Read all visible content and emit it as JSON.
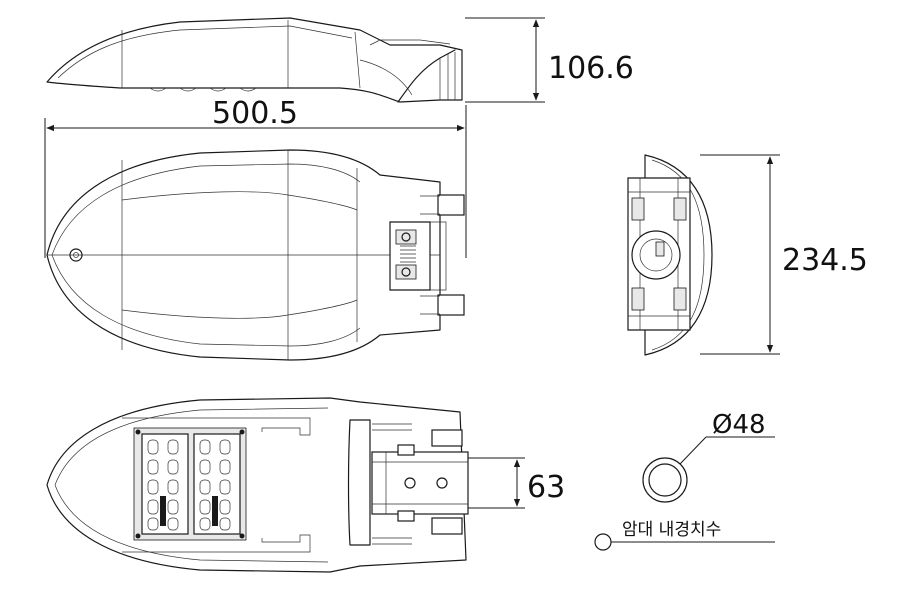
{
  "dimensions": {
    "height": "106.6",
    "length": "500.5",
    "width": "234.5",
    "bracket_span": "63",
    "pipe_diameter": "Ø48"
  },
  "legend": {
    "label": "암대 내경치수"
  }
}
